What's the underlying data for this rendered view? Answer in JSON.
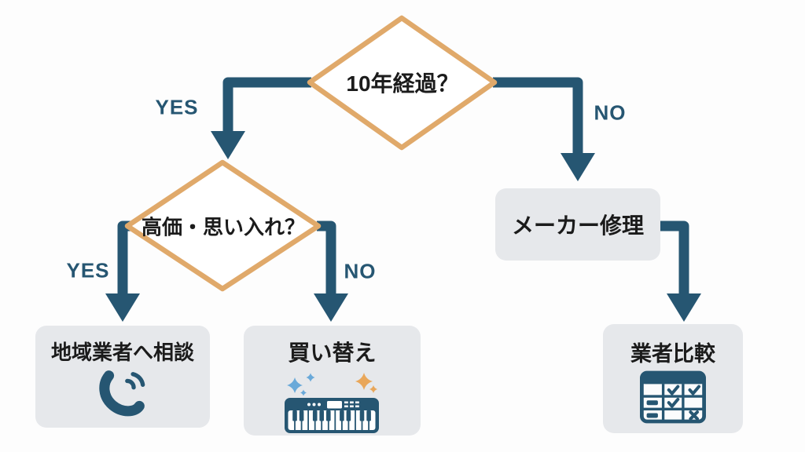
{
  "flowchart": {
    "decisions": [
      {
        "id": "ten-years",
        "question": "10年経過？"
      },
      {
        "id": "value-attachment",
        "question": "高価・思い入れ？"
      }
    ],
    "branch_labels": {
      "root_yes": "YES",
      "root_no": "NO",
      "second_yes": "YES",
      "second_no": "NO"
    },
    "nodes": {
      "maker_repair": {
        "label": "メーカー修理"
      },
      "local_consult": {
        "label": "地域業者へ相談",
        "icon": "phone-icon"
      },
      "replace": {
        "label": "買い替え",
        "icon": "keyboard-icon"
      },
      "compare": {
        "label": "業者比較",
        "icon": "comparison-table-icon"
      }
    },
    "edges": [
      {
        "from": "ten-years",
        "label": "YES",
        "to": "value-attachment"
      },
      {
        "from": "ten-years",
        "label": "NO",
        "to": "maker_repair"
      },
      {
        "from": "value-attachment",
        "label": "YES",
        "to": "local_consult"
      },
      {
        "from": "value-attachment",
        "label": "NO",
        "to": "replace"
      },
      {
        "from": "maker_repair",
        "label": "",
        "to": "compare"
      }
    ],
    "colors": {
      "arrow": "#265672",
      "diamond_border": "#e0a96a",
      "diamond_fill": "#ffffff",
      "node_background": "#e6e8eb",
      "text": "#1b1b1b",
      "sparkle_blue": "#69a9d9",
      "sparkle_orange": "#e9a75a"
    }
  }
}
